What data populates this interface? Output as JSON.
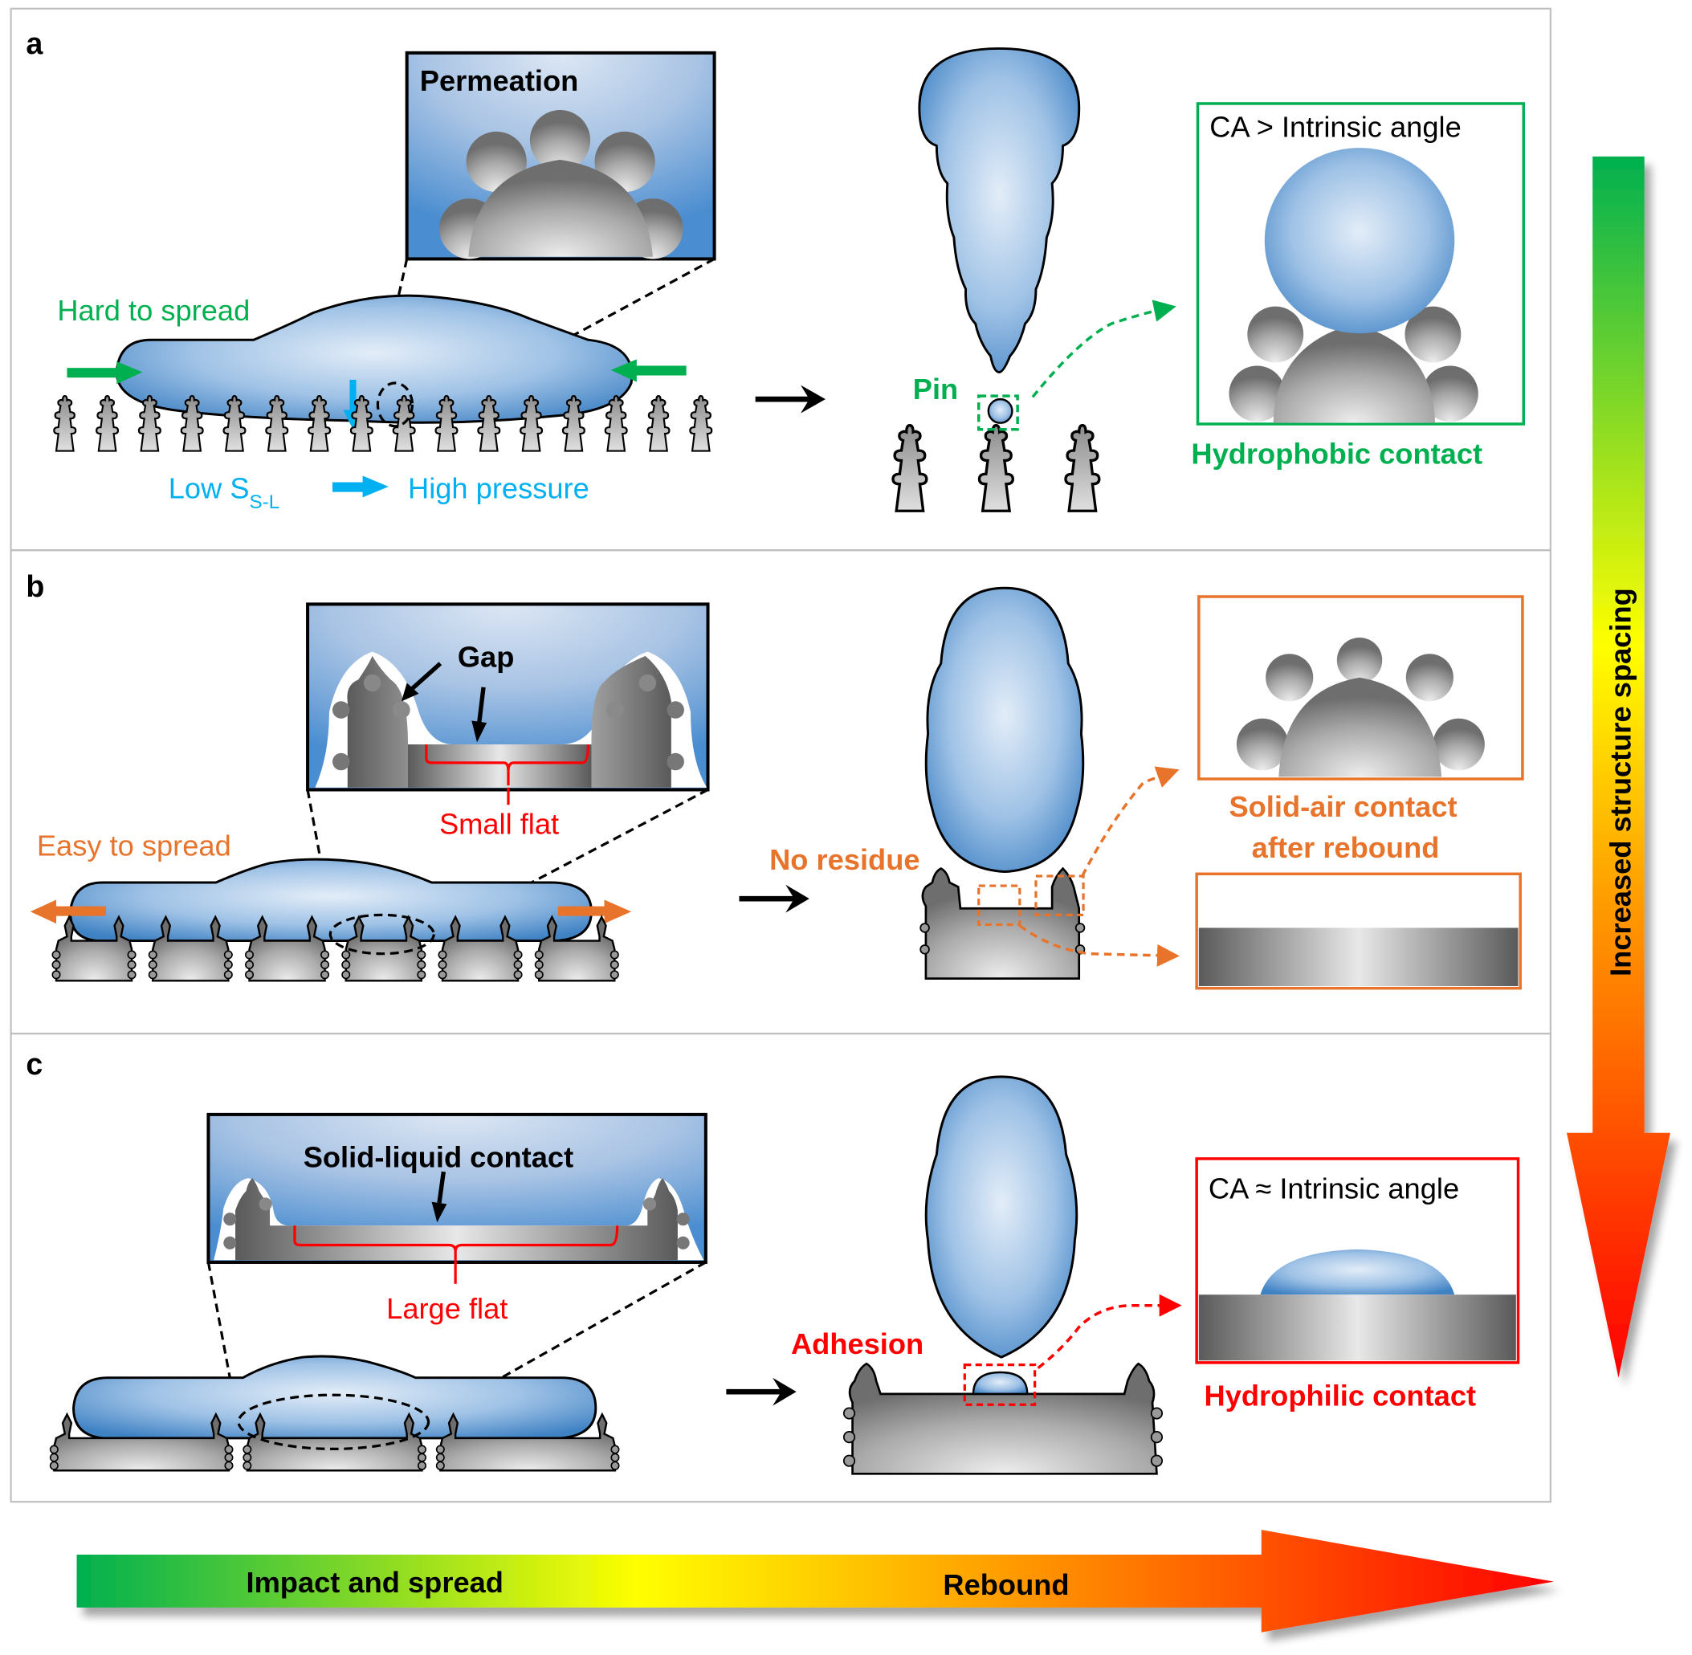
{
  "figure": {
    "panels": [
      {
        "label": "a",
        "inset_title": "Permeation",
        "spread_label": "Hard to spread",
        "pressure_left": "Low S",
        "pressure_sub": "S-L",
        "pressure_right": "High pressure",
        "state_label": "Pin",
        "result_box_title": "CA > Intrinsic angle",
        "result_label": "Hydrophobic contact",
        "pillar_count_spread": 16,
        "pillar_count_rebound": 3
      },
      {
        "label": "b",
        "inset_title": "Gap",
        "flat_label": "Small flat",
        "spread_label": "Easy to spread",
        "state_label": "No residue",
        "result_label_line1": "Solid-air contact",
        "result_label_line2": "after rebound",
        "pillar_count_spread": 6
      },
      {
        "label": "c",
        "inset_title": "Solid-liquid contact",
        "flat_label": "Large flat",
        "state_label": "Adhesion",
        "result_box_title": "CA ≈ Intrinsic angle",
        "result_label": "Hydrophilic contact",
        "pillar_count_spread": 3
      }
    ],
    "axes": {
      "horizontal_left": "Impact and spread",
      "horizontal_right": "Rebound",
      "vertical": "Increased structure spacing"
    },
    "colors": {
      "green": "#00b050",
      "orange": "#e8732a",
      "red": "#ff0000",
      "cyan": "#00b0f0",
      "water_dark": "#3d85c6",
      "water_light": "#dfeaf7",
      "panel_border": "#bfbfbf"
    }
  }
}
